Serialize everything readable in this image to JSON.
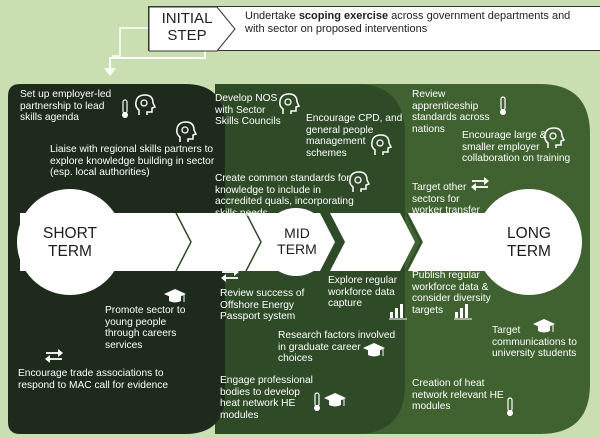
{
  "initial_step": {
    "label": "INITIAL STEP",
    "text_prefix": "Undertake ",
    "text_bold": "scoping exercise",
    "text_suffix": " across government departments and with sector on proposed interventions"
  },
  "terms": {
    "short": "SHORT TERM",
    "mid": "MID TERM",
    "long": "LONG TERM"
  },
  "short_term_actions": [
    "Set up employer-led partnership to lead skills agenda",
    "Liaise with regional skills partners to explore knowledge building in sector (esp. local authorities)",
    "Promote sector to young people through careers services",
    "Encourage trade associations to respond to MAC call for evidence"
  ],
  "mid_term_actions": [
    "Develop NOS with Sector Skills Councils",
    "Encourage CPD, and general people management schemes",
    "Create common standards for knowledge to include in accredited quals, incorporating skills needs",
    "Review success of Offshore Energy Passport system",
    "Explore regular workforce data capture",
    "Research factors involved in graduate career choices",
    "Engage professional bodies to develop heat network HE modules"
  ],
  "long_term_actions": [
    "Review apprenticeship standards across nations",
    "Encourage large & smaller employer collaboration on training",
    "Target other sectors for worker transfer",
    "Publish regular workforce data & consider diversity targets",
    "Target communications to university students",
    "Creation of heat network relevant HE modules"
  ],
  "colors": {
    "background": "#c9deb1",
    "short_panel": "#1d2a1c",
    "mid_panel": "#2e4a27",
    "long_panel": "#3f6230",
    "arrow_band": "#ffffff",
    "connector": "#ffffff"
  },
  "icons": [
    "thermometer-icon",
    "head-gears-icon",
    "graduation-cap-icon",
    "transfer-arrows-icon",
    "bar-chart-icon"
  ]
}
